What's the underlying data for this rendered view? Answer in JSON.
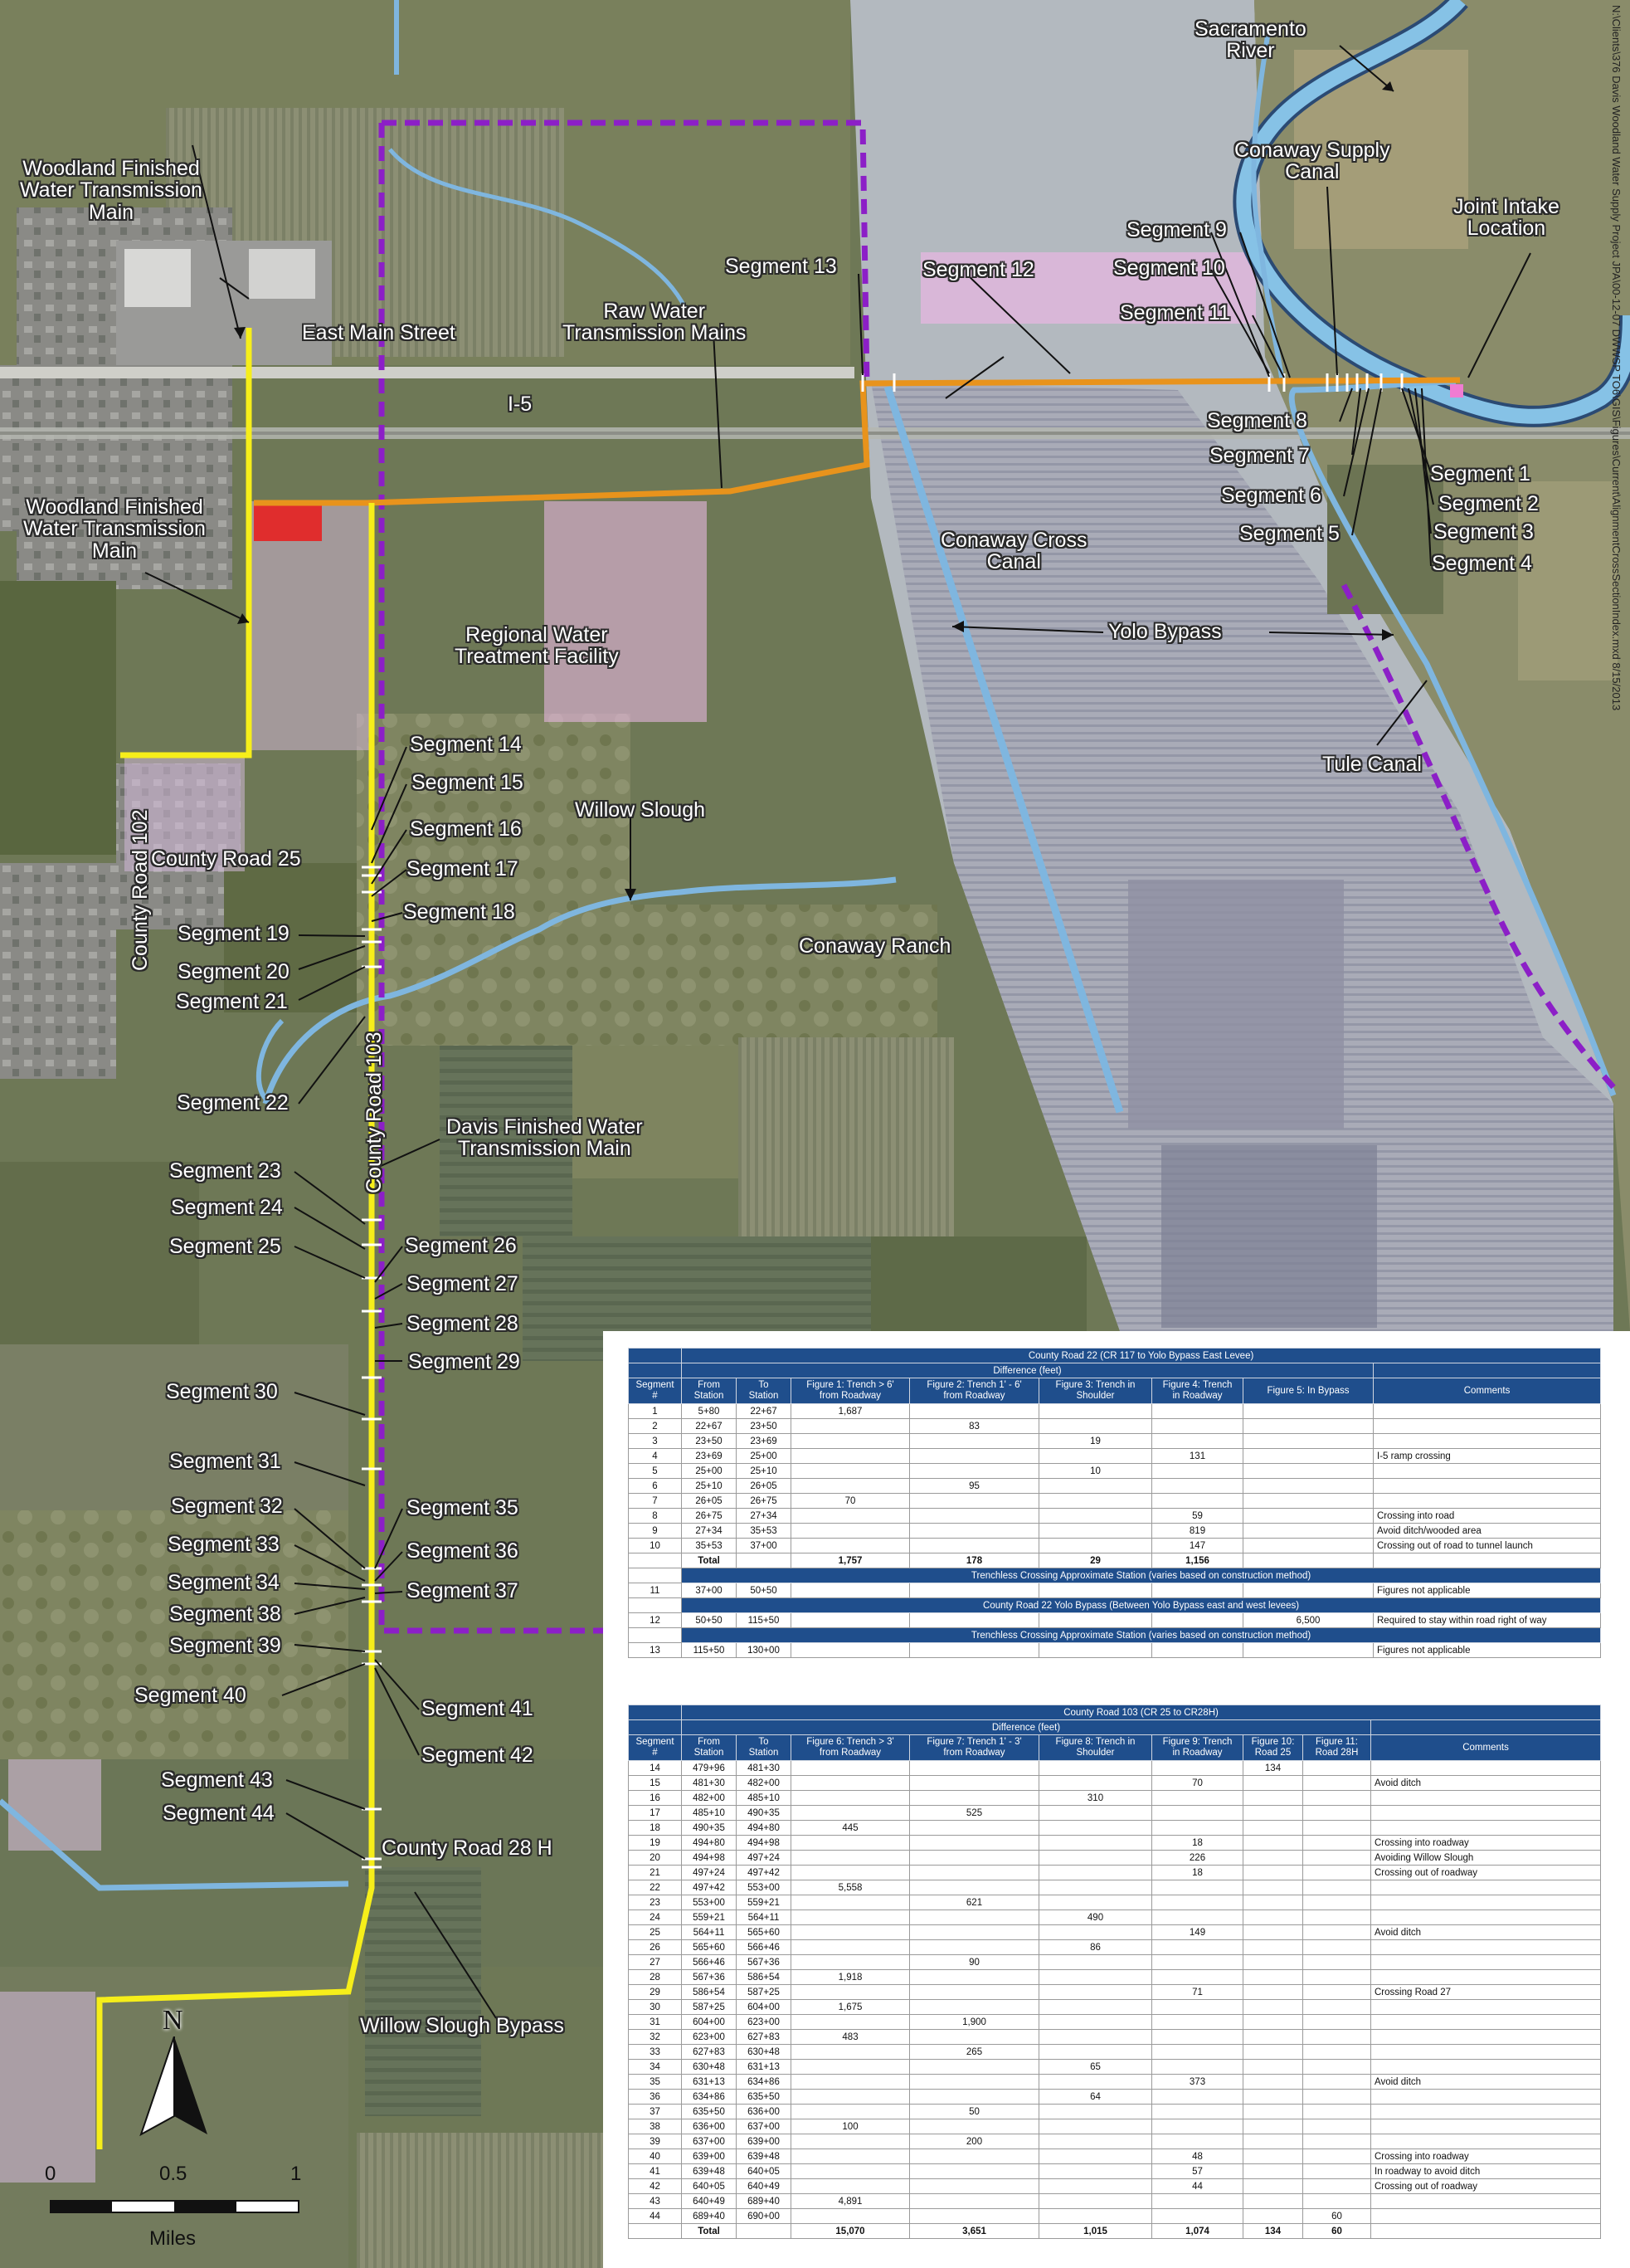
{
  "map": {
    "file_path": "N:\\Clients\\376 Davis Woodland Water Supply Project JPA\\00-12-07 DWWSP TO6\\GIS\\Figures\\Current\\AlignmentCrossSectionIndex.mxd 8/15/2013",
    "colors": {
      "pipeline_yellow": "#f6ee1a",
      "raw_water_orange": "#e8931c",
      "boundary_purple": "#8c1fc7",
      "water_blue": "#7fb6df",
      "treatment_red": "#e02d2d",
      "intake_pink": "#f07cd2",
      "table_header_blue": "#1f4e8c"
    },
    "labels": {
      "sacramento_river": "Sacramento\nRiver",
      "conaway_supply_canal": "Conaway Supply\nCanal",
      "joint_intake": "Joint Intake\nLocation",
      "woodland_finished_1": "Woodland Finished\nWater Transmission\nMain",
      "woodland_finished_2": "Woodland Finished\nWater Transmission\nMain",
      "east_main_street": "East Main Street",
      "raw_water_mains": "Raw Water\nTransmission Mains",
      "i5": "I-5",
      "conaway_cross_canal": "Conaway Cross\nCanal",
      "yolo_bypass": "Yolo Bypass",
      "tule_canal": "Tule Canal",
      "regional_wtf": "Regional Water\nTreatment Facility",
      "willow_slough": "Willow Slough",
      "county_road_25": "County Road 25",
      "county_road_102": "County Road 102",
      "county_road_103": "County Road 103",
      "conaway_ranch": "Conaway Ranch",
      "davis_finished": "Davis Finished Water\nTransmission Main",
      "county_road_28h": "County Road 28 H",
      "willow_slough_bypass": "Willow Slough Bypass"
    },
    "segments": {
      "s1": "Segment 1",
      "s2": "Segment 2",
      "s3": "Segment 3",
      "s4": "Segment 4",
      "s5": "Segment 5",
      "s6": "Segment 6",
      "s7": "Segment 7",
      "s8": "Segment 8",
      "s9": "Segment 9",
      "s10": "Segment 10",
      "s11": "Segment 11",
      "s12": "Segment 12",
      "s13": "Segment 13",
      "s14": "Segment 14",
      "s15": "Segment 15",
      "s16": "Segment 16",
      "s17": "Segment 17",
      "s18": "Segment 18",
      "s19": "Segment 19",
      "s20": "Segment 20",
      "s21": "Segment 21",
      "s22": "Segment 22",
      "s23": "Segment 23",
      "s24": "Segment 24",
      "s25": "Segment 25",
      "s26": "Segment 26",
      "s27": "Segment 27",
      "s28": "Segment 28",
      "s29": "Segment 29",
      "s30": "Segment 30",
      "s31": "Segment 31",
      "s32": "Segment 32",
      "s33": "Segment 33",
      "s34": "Segment 34",
      "s35": "Segment 35",
      "s36": "Segment 36",
      "s37": "Segment 37",
      "s38": "Segment 38",
      "s39": "Segment 39",
      "s40": "Segment 40",
      "s41": "Segment 41",
      "s42": "Segment 42",
      "s43": "Segment 43",
      "s44": "Segment 44"
    },
    "north_label": "N",
    "scale": {
      "ticks": [
        "0",
        "0.5",
        "1"
      ],
      "unit": "Miles"
    }
  },
  "table1": {
    "title": "County Road 22 (CR 117 to Yolo Bypass East Levee)",
    "subtitle": "Difference (feet)",
    "headers": [
      "Segment\n#",
      "From\nStation",
      "To\nStation",
      "Figure 1: Trench > 6'\nfrom Roadway",
      "Figure 2: Trench 1' - 6'\nfrom Roadway",
      "Figure 3: Trench in\nShoulder",
      "Figure 4: Trench\nin Roadway",
      "Figure 5: In Bypass",
      "Comments"
    ],
    "rows": [
      [
        "1",
        "5+80",
        "22+67",
        "1,687",
        "",
        "",
        "",
        "",
        ""
      ],
      [
        "2",
        "22+67",
        "23+50",
        "",
        "83",
        "",
        "",
        "",
        ""
      ],
      [
        "3",
        "23+50",
        "23+69",
        "",
        "",
        "19",
        "",
        "",
        ""
      ],
      [
        "4",
        "23+69",
        "25+00",
        "",
        "",
        "",
        "131",
        "",
        "I-5 ramp crossing"
      ],
      [
        "5",
        "25+00",
        "25+10",
        "",
        "",
        "10",
        "",
        "",
        ""
      ],
      [
        "6",
        "25+10",
        "26+05",
        "",
        "95",
        "",
        "",
        "",
        ""
      ],
      [
        "7",
        "26+05",
        "26+75",
        "70",
        "",
        "",
        "",
        "",
        ""
      ],
      [
        "8",
        "26+75",
        "27+34",
        "",
        "",
        "",
        "59",
        "",
        "Crossing into road"
      ],
      [
        "9",
        "27+34",
        "35+53",
        "",
        "",
        "",
        "819",
        "",
        "Avoid ditch/wooded area"
      ],
      [
        "10",
        "35+53",
        "37+00",
        "",
        "",
        "",
        "147",
        "",
        "Crossing out of road to tunnel launch"
      ]
    ],
    "total": [
      "",
      "Total",
      "",
      "1,757",
      "178",
      "29",
      "1,156",
      "",
      ""
    ],
    "band1": "Trenchless Crossing Approximate Station (varies based on construction method)",
    "row11": [
      "11",
      "37+00",
      "50+50",
      "",
      "",
      "",
      "",
      "",
      "Figures not applicable"
    ],
    "band2": "County Road 22 Yolo Bypass (Between Yolo Bypass east and west levees)",
    "row12": [
      "12",
      "50+50",
      "115+50",
      "",
      "",
      "",
      "",
      "6,500",
      "Required to stay within road right of way"
    ],
    "band3": "Trenchless Crossing Approximate Station (varies based on construction method)",
    "row13": [
      "13",
      "115+50",
      "130+00",
      "",
      "",
      "",
      "",
      "",
      "Figures not applicable"
    ]
  },
  "table2": {
    "title": "County Road 103  (CR 25 to CR28H)",
    "subtitle": "Difference (feet)",
    "headers": [
      "Segment\n#",
      "From\nStation",
      "To\nStation",
      "Figure 6: Trench > 3'\nfrom Roadway",
      "Figure 7: Trench 1' - 3'\nfrom Roadway",
      "Figure 8: Trench in\nShoulder",
      "Figure 9: Trench\nin Roadway",
      "Figure 10:\nRoad 25",
      "Figure 11:\nRoad 28H",
      "Comments"
    ],
    "rows": [
      [
        "14",
        "479+96",
        "481+30",
        "",
        "",
        "",
        "",
        "134",
        "",
        ""
      ],
      [
        "15",
        "481+30",
        "482+00",
        "",
        "",
        "",
        "70",
        "",
        "",
        "Avoid ditch"
      ],
      [
        "16",
        "482+00",
        "485+10",
        "",
        "",
        "310",
        "",
        "",
        "",
        ""
      ],
      [
        "17",
        "485+10",
        "490+35",
        "",
        "525",
        "",
        "",
        "",
        "",
        ""
      ],
      [
        "18",
        "490+35",
        "494+80",
        "445",
        "",
        "",
        "",
        "",
        "",
        ""
      ],
      [
        "19",
        "494+80",
        "494+98",
        "",
        "",
        "",
        "18",
        "",
        "",
        "Crossing into roadway"
      ],
      [
        "20",
        "494+98",
        "497+24",
        "",
        "",
        "",
        "226",
        "",
        "",
        "Avoiding Willow Slough"
      ],
      [
        "21",
        "497+24",
        "497+42",
        "",
        "",
        "",
        "18",
        "",
        "",
        "Crossing out of roadway"
      ],
      [
        "22",
        "497+42",
        "553+00",
        "5,558",
        "",
        "",
        "",
        "",
        "",
        ""
      ],
      [
        "23",
        "553+00",
        "559+21",
        "",
        "621",
        "",
        "",
        "",
        "",
        ""
      ],
      [
        "24",
        "559+21",
        "564+11",
        "",
        "",
        "490",
        "",
        "",
        "",
        ""
      ],
      [
        "25",
        "564+11",
        "565+60",
        "",
        "",
        "",
        "149",
        "",
        "",
        "Avoid ditch"
      ],
      [
        "26",
        "565+60",
        "566+46",
        "",
        "",
        "86",
        "",
        "",
        "",
        ""
      ],
      [
        "27",
        "566+46",
        "567+36",
        "",
        "90",
        "",
        "",
        "",
        "",
        ""
      ],
      [
        "28",
        "567+36",
        "586+54",
        "1,918",
        "",
        "",
        "",
        "",
        "",
        ""
      ],
      [
        "29",
        "586+54",
        "587+25",
        "",
        "",
        "",
        "71",
        "",
        "",
        "Crossing Road 27"
      ],
      [
        "30",
        "587+25",
        "604+00",
        "1,675",
        "",
        "",
        "",
        "",
        "",
        ""
      ],
      [
        "31",
        "604+00",
        "623+00",
        "",
        "1,900",
        "",
        "",
        "",
        "",
        ""
      ],
      [
        "32",
        "623+00",
        "627+83",
        "483",
        "",
        "",
        "",
        "",
        "",
        ""
      ],
      [
        "33",
        "627+83",
        "630+48",
        "",
        "265",
        "",
        "",
        "",
        "",
        ""
      ],
      [
        "34",
        "630+48",
        "631+13",
        "",
        "",
        "65",
        "",
        "",
        "",
        ""
      ],
      [
        "35",
        "631+13",
        "634+86",
        "",
        "",
        "",
        "373",
        "",
        "",
        "Avoid ditch"
      ],
      [
        "36",
        "634+86",
        "635+50",
        "",
        "",
        "64",
        "",
        "",
        "",
        ""
      ],
      [
        "37",
        "635+50",
        "636+00",
        "",
        "50",
        "",
        "",
        "",
        "",
        ""
      ],
      [
        "38",
        "636+00",
        "637+00",
        "100",
        "",
        "",
        "",
        "",
        "",
        ""
      ],
      [
        "39",
        "637+00",
        "639+00",
        "",
        "200",
        "",
        "",
        "",
        "",
        ""
      ],
      [
        "40",
        "639+00",
        "639+48",
        "",
        "",
        "",
        "48",
        "",
        "",
        "Crossing into roadway"
      ],
      [
        "41",
        "639+48",
        "640+05",
        "",
        "",
        "",
        "57",
        "",
        "",
        "In roadway to avoid ditch"
      ],
      [
        "42",
        "640+05",
        "640+49",
        "",
        "",
        "",
        "44",
        "",
        "",
        "Crossing out of roadway"
      ],
      [
        "43",
        "640+49",
        "689+40",
        "4,891",
        "",
        "",
        "",
        "",
        "",
        ""
      ],
      [
        "44",
        "689+40",
        "690+00",
        "",
        "",
        "",
        "",
        "",
        "60",
        ""
      ]
    ],
    "total": [
      "",
      "Total",
      "",
      "15,070",
      "3,651",
      "1,015",
      "1,074",
      "134",
      "60",
      ""
    ]
  }
}
